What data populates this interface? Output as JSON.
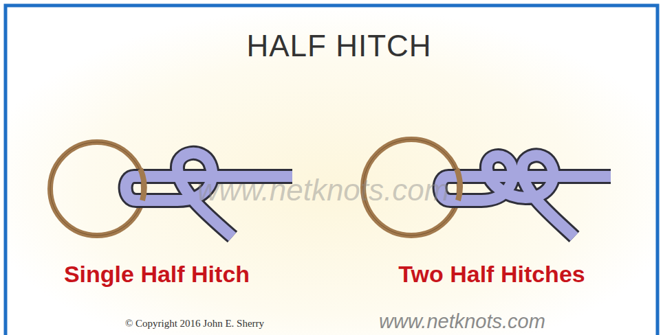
{
  "diagram": {
    "title": "HALF HITCH",
    "labels": [
      "www.netknots.com",
      "Single Half Hitch",
      "Two Half Hitches",
      "© Copyright 2016 John E. Sherry",
      "www.netknots.com"
    ]
  }
}
